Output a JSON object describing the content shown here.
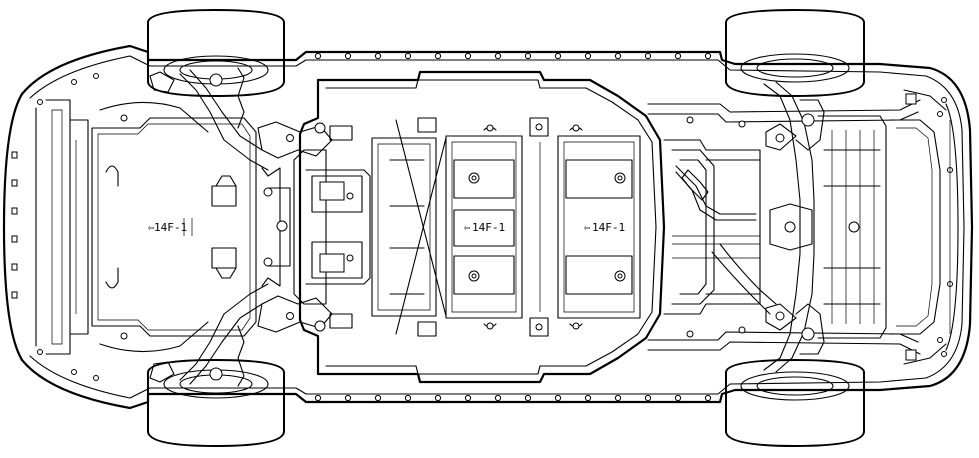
{
  "diagram": {
    "labels": {
      "front_marker": "14F-1",
      "center_marker": "14F-1",
      "rear_marker": "14F-1"
    },
    "marker_arrow": "⇦"
  }
}
